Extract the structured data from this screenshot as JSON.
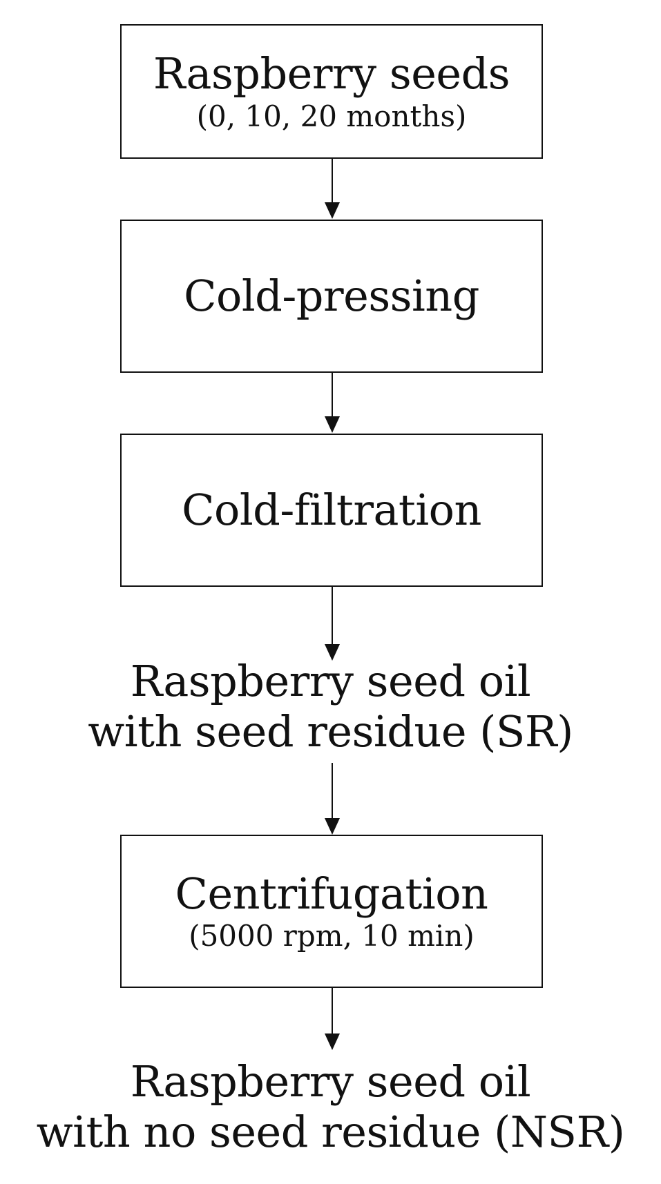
{
  "flowchart": {
    "steps": [
      {
        "title": "Raspberry seeds",
        "subtitle": "(0, 10, 20 months)"
      },
      {
        "title": "Cold-pressing"
      },
      {
        "title": "Cold-filtration"
      },
      {
        "line1": "Raspberry seed oil",
        "line2": "with seed residue (SR)"
      },
      {
        "title": "Centrifugation",
        "subtitle": "(5000 rpm, 10 min)"
      },
      {
        "line1": "Raspberry seed oil",
        "line2": "with no seed residue (NSR)"
      }
    ]
  }
}
